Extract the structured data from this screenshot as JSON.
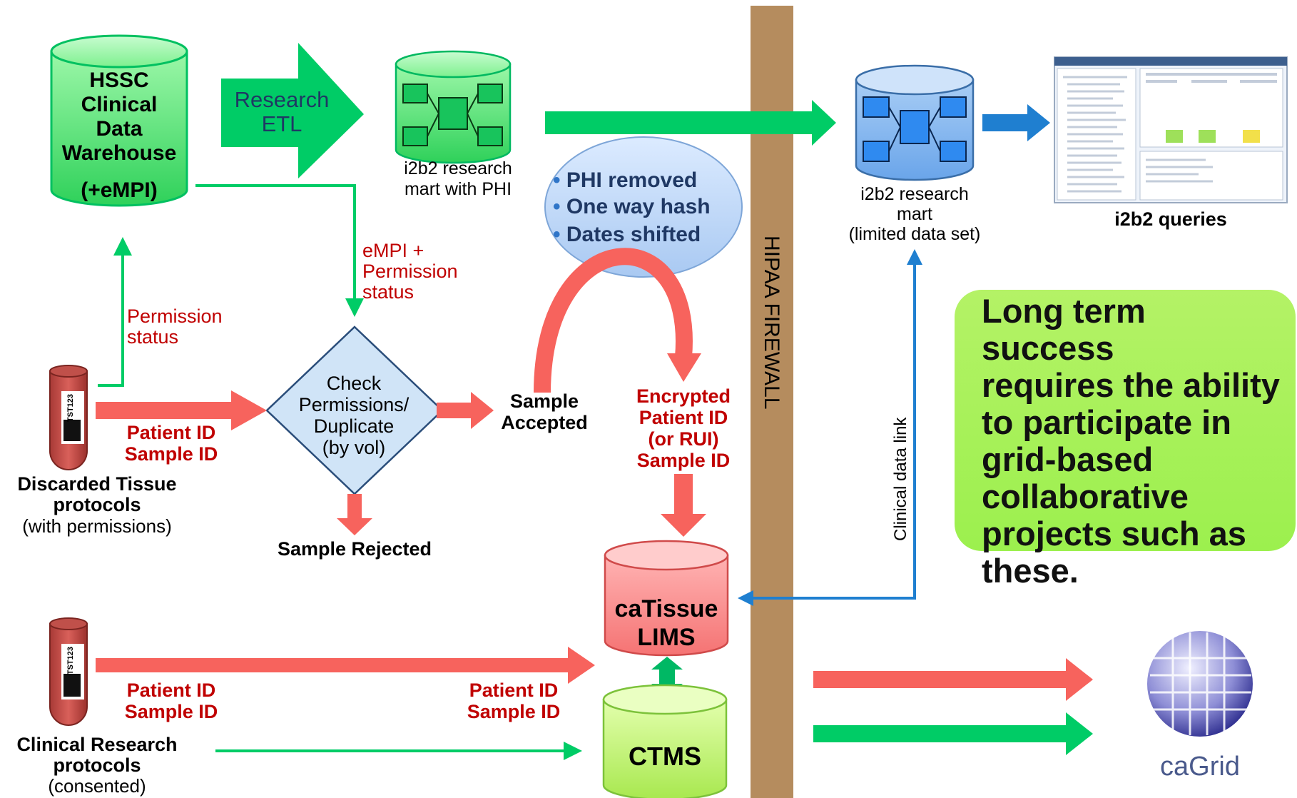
{
  "dw_label": "HSSC\nClinical\nData\nWarehouse",
  "dw_sub": "(+eMPI)",
  "etl_label": "Research\nETL",
  "mart_phi_label": "i2b2 research\nmart with PHI",
  "phi_bullets": [
    "PHI removed",
    "One way hash",
    "Dates shifted"
  ],
  "empi_label": "eMPI +\nPermission\nstatus",
  "permission_label": "Permission\nstatus",
  "check_label": "Check\nPermissions/\nDuplicate\n(by vol)",
  "sample_accepted": "Sample\nAccepted",
  "sample_rejected": "Sample Rejected",
  "encrypted_label": "Encrypted\nPatient ID\n(or RUI)\nSample ID",
  "tube_label": "TST123",
  "patient_sample_1": "Patient ID\nSample ID",
  "discarded_title": "Discarded Tissue\nprotocols",
  "discarded_sub": "(with permissions)",
  "patient_sample_2": "Patient ID\nSample ID",
  "patient_sample_3": "Patient ID\nSample ID",
  "clinical_title": "Clinical Research\nprotocols",
  "clinical_sub": "(consented)",
  "catissue_label": "caTissue\nLIMS",
  "ctms_label": "CTMS",
  "firewall_label": "HIPAA FIREWALL",
  "mart_limited_label": "i2b2 research\nmart\n(limited data set)",
  "queries_label": "i2b2 queries",
  "clinical_link_label": "Clinical data link",
  "callout_text": "Long term success\nrequires the ability\nto participate in\ngrid-based\ncollaborative\nprojects such as\nthese.",
  "cagrid_label": "caGrid",
  "colors": {
    "green": "#00cc66",
    "red_arrow": "#f7635d",
    "blue_link": "#1f7fd0",
    "firewall": "#b58c5e",
    "dark_red_text": "#c00000"
  }
}
